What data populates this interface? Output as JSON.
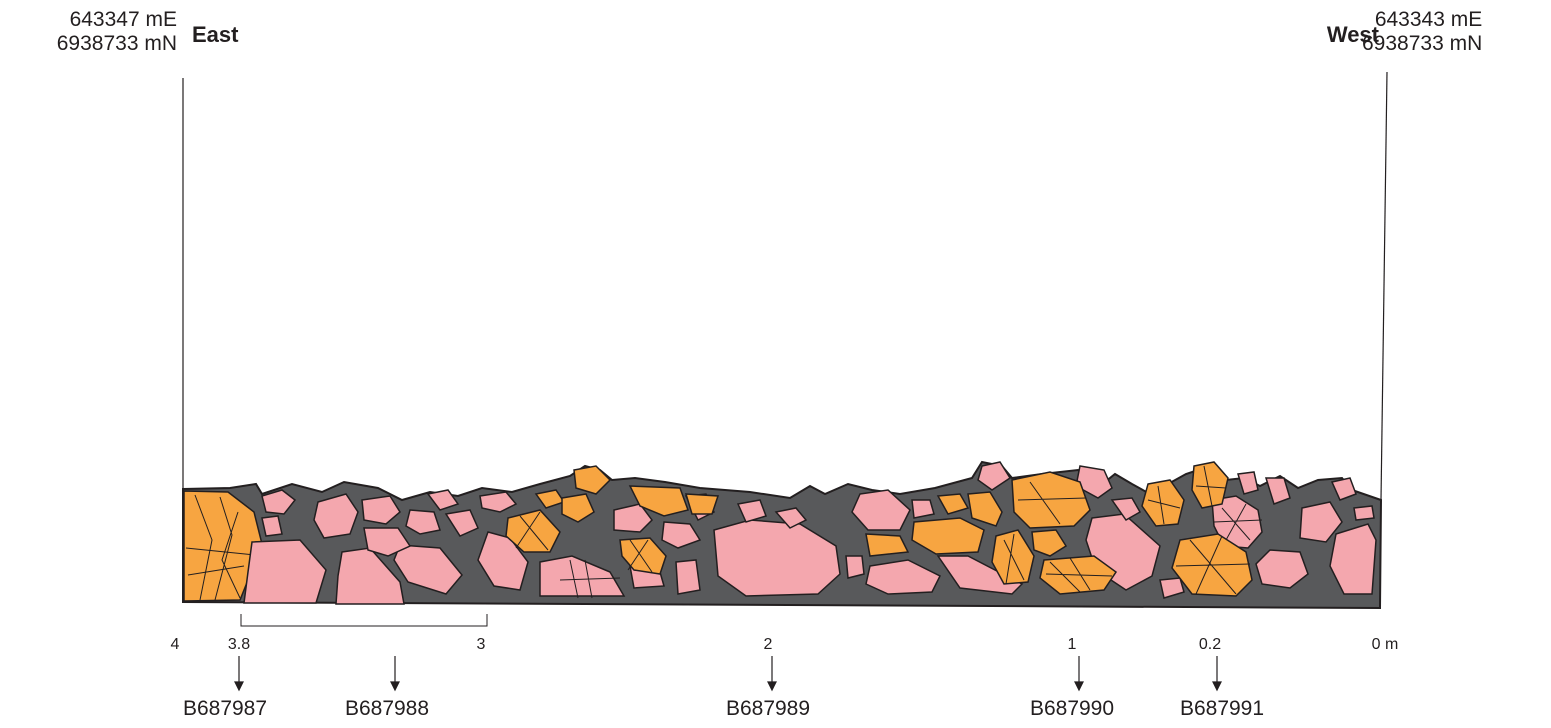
{
  "coordinates": {
    "east_easting": "643347 mE",
    "east_northing": "6938733 mN",
    "west_easting": "643343 mE",
    "west_northing": "6938733 mN"
  },
  "direction": {
    "east": "East",
    "west": "West"
  },
  "scale": {
    "ticks": [
      "4",
      "3.8",
      "3",
      "2",
      "1",
      "0.2",
      "0 m"
    ]
  },
  "samples": [
    "B687987",
    "B687988",
    "B687989",
    "B687990",
    "B687991"
  ],
  "colors": {
    "matrix": "#58595b",
    "pink_clast": "#f4a7ae",
    "orange_clast": "#f7a541",
    "outline": "#231f20"
  }
}
